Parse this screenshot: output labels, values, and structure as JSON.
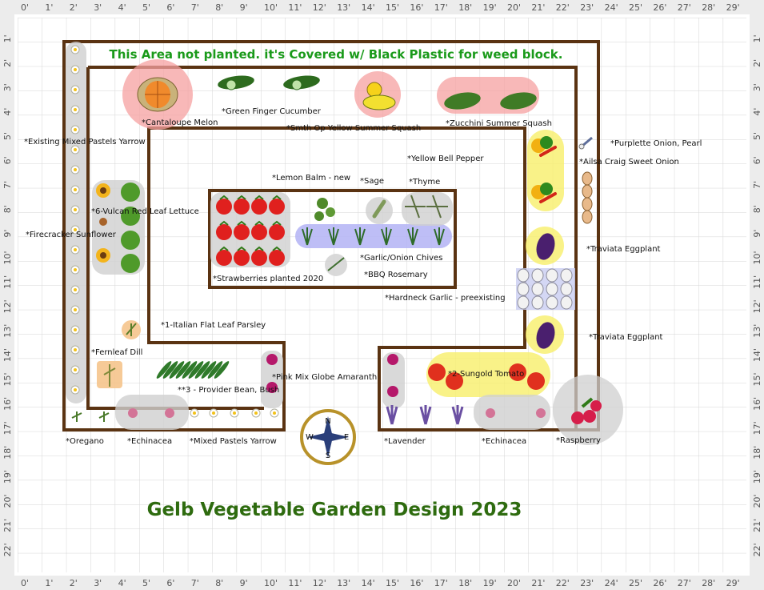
{
  "title": "Gelb Vegetable Garden Design 2023",
  "banner": "This Area not planted. it's Covered w/ Black Plastic for weed block.",
  "colors": {
    "border_wood": "#5a3312",
    "title_green": "#2e6b0f",
    "banner_green": "#1a9a1a",
    "grid_line": "#d6d6d6",
    "ruler_bg": "#e8e8e8",
    "highlight_pink": "#f5a0a0",
    "highlight_yellow": "#f7ef6a",
    "highlight_gray": "#cfcfcf",
    "highlight_blue": "#b3b3f5"
  },
  "ruler": {
    "top_labels": [
      "0'",
      "1'",
      "2'",
      "3'",
      "4'",
      "5'",
      "6'",
      "7'",
      "8'",
      "9'",
      "10'",
      "11'",
      "12'",
      "13'",
      "14'",
      "15'",
      "16'",
      "17'",
      "18'",
      "19'",
      "20'",
      "21'",
      "22'",
      "23'",
      "24'",
      "25'",
      "26'",
      "27'",
      "28'",
      "29'"
    ],
    "side_labels": [
      "1'",
      "2'",
      "3'",
      "4'",
      "5'",
      "6'",
      "7'",
      "8'",
      "9'",
      "10'",
      "11'",
      "12'",
      "13'",
      "14'",
      "15'",
      "16'",
      "17'",
      "18'",
      "19'",
      "20'",
      "21'",
      "22'"
    ]
  },
  "plant_labels": {
    "cantaloupe": "*Cantaloupe Melon",
    "cucumber": "*Green Finger Cucumber",
    "yellow_squash": "*Smth Op Yellow Summer Squash",
    "zucchini": "*Zucchini Summer Squash",
    "yarrow_existing": "*Existing Mixed Pastels Yarrow",
    "purplette_onion": "*Purplette Onion, Pearl",
    "bell_pepper": "*Yellow Bell Pepper",
    "ailsa_onion": "*Ailsa Craig Sweet Onion",
    "lemon_balm": "*Lemon Balm - new",
    "sage": "*Sage",
    "thyme": "*Thyme",
    "red_leaf_lettuce": "*6-Vulcan Red Leaf Lettuce",
    "sunflower": "*Firecracker Sunflower",
    "eggplant_1": "*Traviata Eggplant",
    "chives": "*Garlic/Onion Chives",
    "strawberries": "*Strawberries planted 2020",
    "rosemary": "*BBQ Rosemary",
    "garlic": "*Hardneck Garlic - preexisting",
    "parsley": "*1-Italian Flat Leaf Parsley",
    "eggplant_2": "*Traviata Eggplant",
    "dill": "*Fernleaf Dill",
    "amaranth": "*Pink Mix Globe Amaranth",
    "tomato": "*2-Sungold Tomato",
    "bean": "**3 - Provider Bean, Bush",
    "oregano": "*Oregano",
    "echinacea_left": "*Echinacea",
    "yarrow_bottom": "*Mixed Pastels Yarrow",
    "lavender": "*Lavender",
    "echinacea_right": "*Echinacea",
    "raspberry": "*Raspberry"
  },
  "compass": {
    "n": "N",
    "s": "S",
    "e": "E",
    "w": "W"
  }
}
